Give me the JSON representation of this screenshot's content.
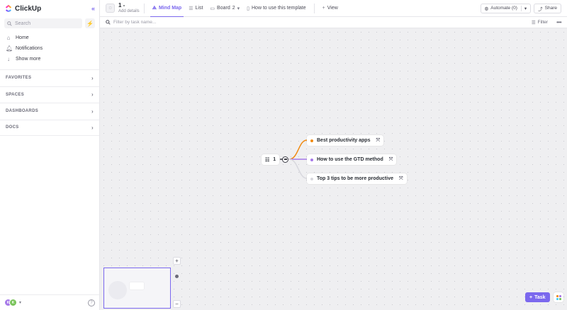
{
  "sidebar": {
    "logo_text": "ClickUp",
    "search_placeholder": "Search",
    "nav": [
      {
        "label": "Home"
      },
      {
        "label": "Notifications"
      },
      {
        "label": "Show more"
      }
    ],
    "sections": [
      {
        "label": "FAVORITES"
      },
      {
        "label": "SPACES"
      },
      {
        "label": "DASHBOARDS"
      },
      {
        "label": "DOCS"
      }
    ],
    "footer": {
      "avatar1": "K",
      "avatar2": "K"
    }
  },
  "header": {
    "title": "1 -",
    "subtitle": "Add details",
    "tabs": [
      {
        "label": "Mind Map",
        "active": true
      },
      {
        "label": "List"
      },
      {
        "label": "Board",
        "badge": "2"
      },
      {
        "label": "How to use this template"
      }
    ],
    "add_view": "View",
    "automate": "Automate (0)",
    "share": "Share"
  },
  "filterbar": {
    "placeholder": "Filter by task name...",
    "filter_label": "Filter"
  },
  "mindmap": {
    "root": {
      "label": "1"
    },
    "children": [
      {
        "label": "Best productivity apps",
        "color": "#f08a12"
      },
      {
        "label": "How to use the GTD method",
        "color": "#a678e8"
      },
      {
        "label": "Top 3 tips to be more productive",
        "color": "#d8d8de"
      }
    ]
  },
  "canvas_controls": {
    "task_label": "Task"
  },
  "colors": {
    "accent": "#7b68ee"
  }
}
